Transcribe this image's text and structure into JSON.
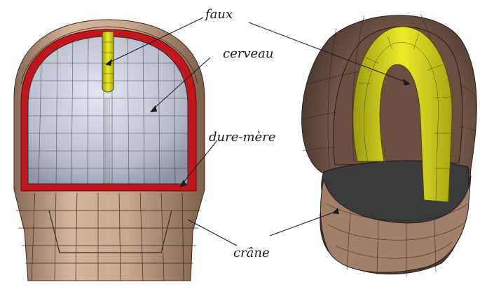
{
  "labels": {
    "faux": "faux",
    "cerveau": "cerveau",
    "dure_mere": "dure-mère",
    "crane": "crâne"
  },
  "colors": {
    "skull": "#b8957a",
    "skull_dark": "#5a4336",
    "dura": "#c0171f",
    "brain": "#c3c6d6",
    "falx": "#e6e21a",
    "mesh": "#1e1e1e"
  }
}
